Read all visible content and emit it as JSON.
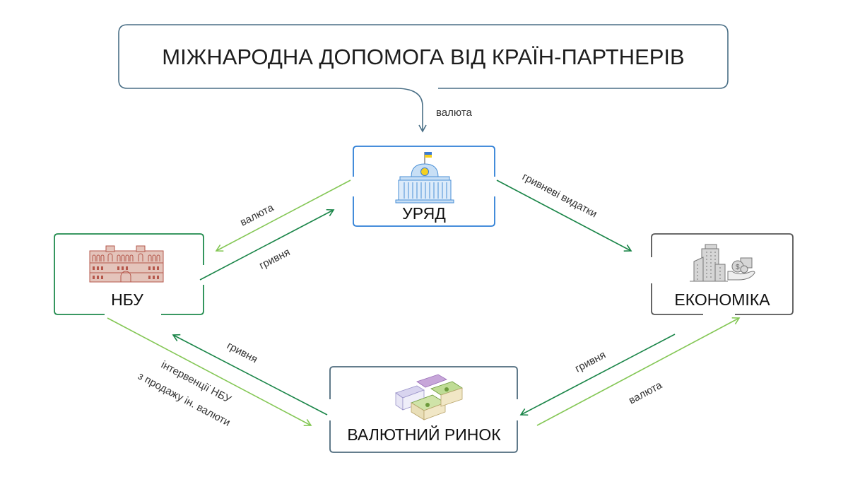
{
  "title": "МІЖНАРОДНА ДОПОМОГА ВІД КРАЇН-ПАРТНЕРІВ",
  "colors": {
    "title_border": "#4a6f86",
    "government_border": "#2f7fd6",
    "nbu_border": "#1f8a4c",
    "economy_border": "#555555",
    "market_border": "#4f6b7d",
    "arrow_dark_green": "#1a8548",
    "arrow_light_green": "#84c755",
    "arrow_blue_gray": "#4a6f86"
  },
  "nodes": {
    "government": {
      "label": "УРЯД",
      "icon": "parliament-building-icon"
    },
    "nbu": {
      "label": "НБУ",
      "icon": "nbu-building-icon"
    },
    "economy": {
      "label": "ЕКОНОМІКА",
      "icon": "business-money-icon"
    },
    "market": {
      "label": "ВАЛЮТНИЙ РИНОК",
      "icon": "cash-stacks-icon"
    }
  },
  "flows": {
    "aid_to_government": {
      "label": "валюта",
      "from": "title",
      "to": "government"
    },
    "government_to_nbu": {
      "label": "валюта",
      "from": "government",
      "to": "nbu"
    },
    "nbu_to_government": {
      "label": "гривня",
      "from": "nbu",
      "to": "government"
    },
    "government_to_economy": {
      "label": "гривневі видатки",
      "from": "government",
      "to": "economy"
    },
    "market_to_nbu": {
      "label": "гривня",
      "from": "market",
      "to": "nbu"
    },
    "nbu_to_market": {
      "label_line1": "інтервенції НБУ",
      "label_line2": "з продажу ін. валюти",
      "from": "nbu",
      "to": "market"
    },
    "economy_to_market": {
      "label": "гривня",
      "from": "economy",
      "to": "market"
    },
    "market_to_economy": {
      "label": "валюта",
      "from": "market",
      "to": "economy"
    }
  }
}
